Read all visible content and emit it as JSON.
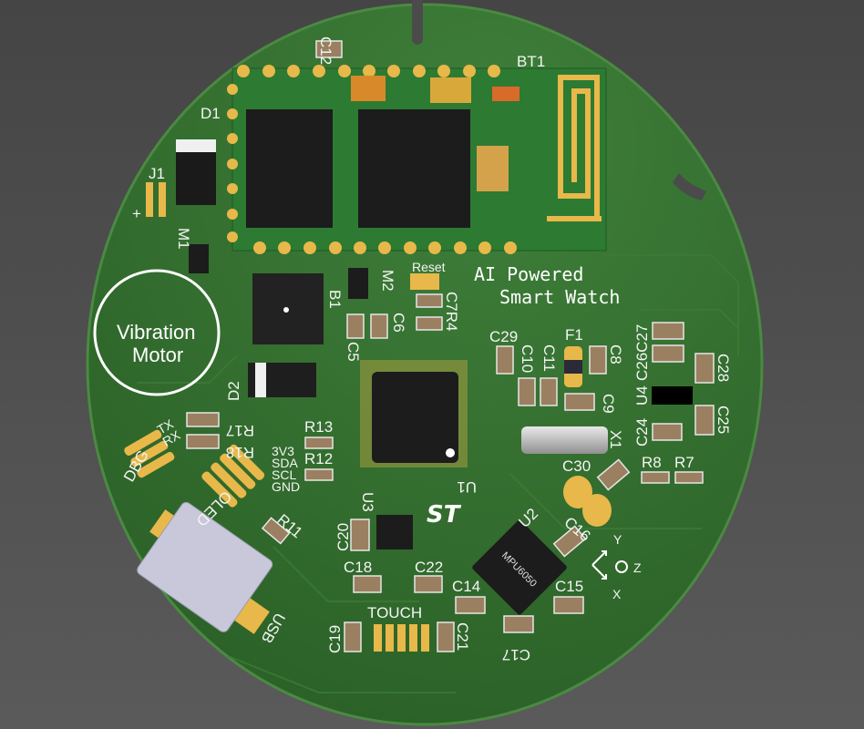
{
  "board": {
    "title_line1": "AI Powered",
    "title_line2": "Smart Watch",
    "motor_line1": "Vibration",
    "motor_line2": "Motor",
    "colors": {
      "soldermask": "#2f6b2a",
      "pad": "#e8b84a",
      "silkscreen": "#f4f4f4",
      "background": "#4f4f4f"
    }
  },
  "labels": {
    "C12": "C12",
    "BT1": "BT1",
    "D1": "D1",
    "J1": "J1",
    "plus": "+",
    "M1": "M1",
    "B1": "B1",
    "M2": "M2",
    "Reset": "Reset",
    "C7R4": "C7R4",
    "C6": "C6",
    "C5": "C5",
    "D2": "D2",
    "C29": "C29",
    "F1": "F1",
    "C10": "C10",
    "C11": "C11",
    "C8": "C8",
    "C9": "C9",
    "C26C27": "C26C27",
    "U4": "U4",
    "C28": "C28",
    "C24": "C24",
    "C25": "C25",
    "X1": "X1",
    "R8": "R8",
    "R7": "R7",
    "C30": "C30",
    "C16": "C16",
    "U2": "U2",
    "MPU6050": "MPU6050",
    "C15": "C15",
    "C17": "C17",
    "C14": "C14",
    "C22": "C22",
    "C18": "C18",
    "C20": "C20",
    "U3": "U3",
    "U1": "U1",
    "TOUCH": "TOUCH",
    "C19": "C19",
    "C21": "C21",
    "USB": "USB",
    "R11": "R11",
    "OLED": "OLED",
    "3V3": "3V3",
    "SDA": "SDA",
    "SCL": "SCL",
    "GND": "GND",
    "R13": "R13",
    "R12": "R12",
    "R17": "R17",
    "R18": "R18",
    "TX": "TX",
    "RX": "RX",
    "DBG": "DBG",
    "axisY": "Y",
    "axisZ": "Z",
    "axisX": "X"
  }
}
